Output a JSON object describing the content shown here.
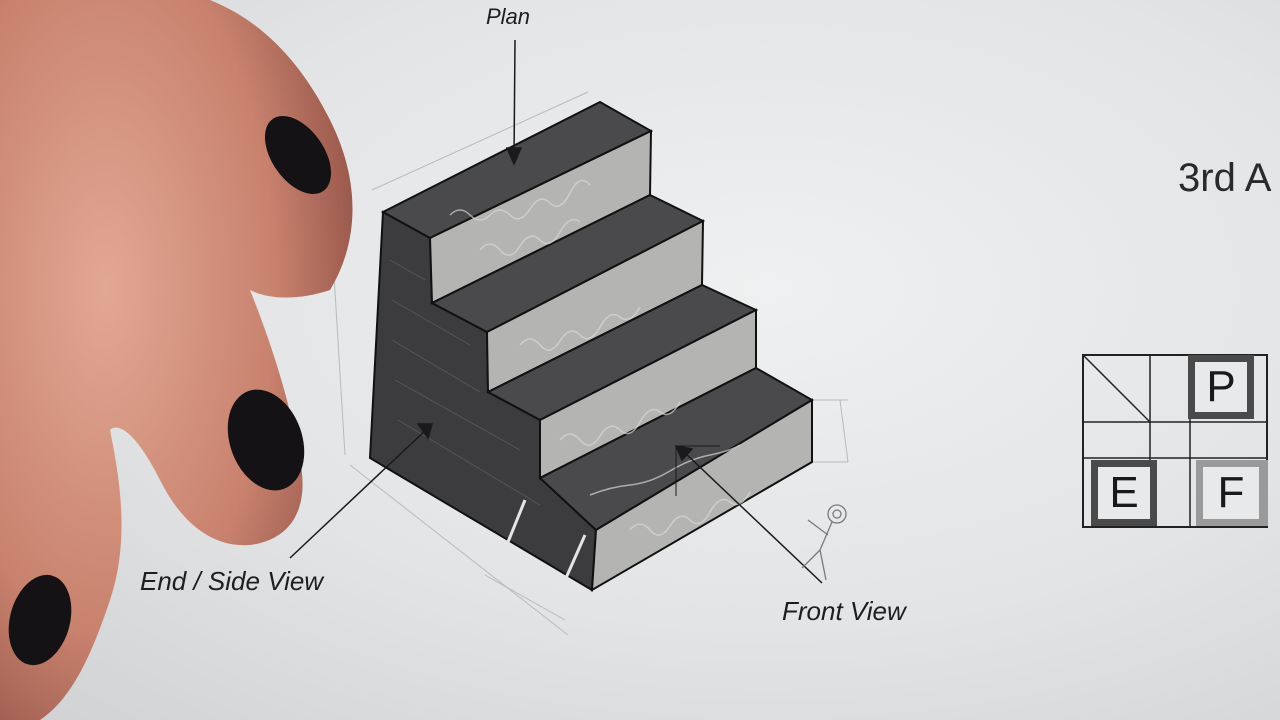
{
  "labels": {
    "plan": "Plan",
    "end_side_view": "End / Side View",
    "front_view": "Front View"
  },
  "heading": {
    "text": "3rd A"
  },
  "projection_key": {
    "top_right": "P",
    "bottom_left": "E",
    "bottom_right": "F"
  },
  "colors": {
    "tread_dark": "#4a4a4c",
    "riser_light": "#b4b5b3",
    "side_dark": "#3c3c3e",
    "paper": "#e6e8ea",
    "skin": "#d69a86",
    "nail": "#141214"
  }
}
